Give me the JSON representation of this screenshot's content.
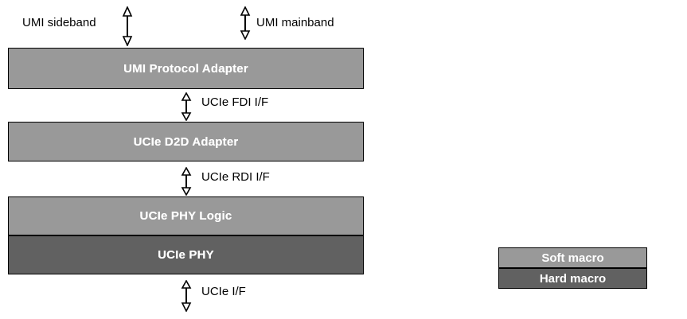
{
  "diagram": {
    "title": "UMI / UCIe protocol stack block diagram",
    "colors": {
      "soft_macro": "#999999",
      "hard_macro": "#616161",
      "outline": "#000000",
      "background": "#ffffff",
      "block_text": "#ffffff",
      "label_text": "#000000"
    },
    "blocks": [
      {
        "id": "umi-protocol-adapter",
        "label": "UMI Protocol Adapter",
        "macro": "soft"
      },
      {
        "id": "ucie-d2d-adapter",
        "label": "UCIe D2D Adapter",
        "macro": "soft"
      },
      {
        "id": "ucie-phy-logic",
        "label": "UCIe PHY Logic",
        "macro": "soft"
      },
      {
        "id": "ucie-phy",
        "label": "UCIe PHY",
        "macro": "hard"
      }
    ],
    "interfaces": [
      {
        "id": "umi-sideband",
        "label": "UMI sideband",
        "arrow": "double-headed-vertical"
      },
      {
        "id": "umi-mainband",
        "label": "UMI mainband",
        "arrow": "double-headed-vertical"
      },
      {
        "id": "ucie-fdi",
        "label": "UCIe FDI I/F",
        "arrow": "double-headed-vertical"
      },
      {
        "id": "ucie-rdi",
        "label": "UCIe RDI I/F",
        "arrow": "double-headed-vertical"
      },
      {
        "id": "ucie-if",
        "label": "UCIe I/F",
        "arrow": "double-headed-vertical"
      }
    ],
    "legend": {
      "items": [
        {
          "id": "soft-macro",
          "label": "Soft macro",
          "macro": "soft"
        },
        {
          "id": "hard-macro",
          "label": "Hard macro",
          "macro": "hard"
        }
      ]
    }
  }
}
